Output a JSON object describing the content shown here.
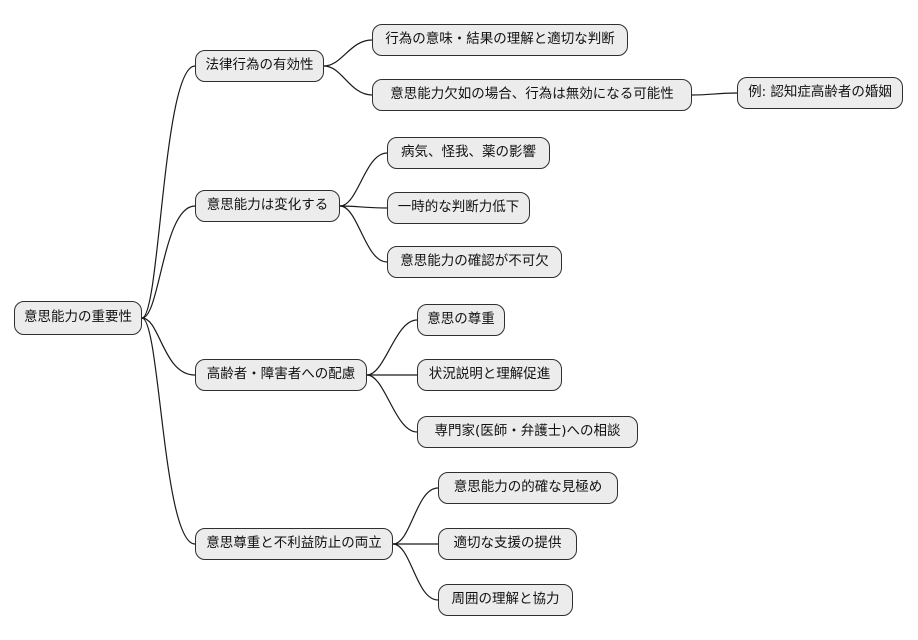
{
  "diagram": {
    "type": "mindmap",
    "background_color": "#ffffff",
    "node_fill_color": "#ececec",
    "node_border_color": "#2f2f2f",
    "text_color": "#111111",
    "line_color": "#1a1a1a"
  },
  "nodes": {
    "root": {
      "label": "意思能力の重要性"
    },
    "b1": {
      "label": "法律行為の有効性"
    },
    "b1c1": {
      "label": "行為の意味・結果の理解と適切な判断"
    },
    "b1c2": {
      "label": "意思能力欠如の場合、行為は無効になる可能性"
    },
    "b1g1": {
      "label": "例: 認知症高齢者の婚姻"
    },
    "b2": {
      "label": "意思能力は変化する"
    },
    "b2c1": {
      "label": "病気、怪我、薬の影響"
    },
    "b2c2": {
      "label": "一時的な判断力低下"
    },
    "b2c3": {
      "label": "意思能力の確認が不可欠"
    },
    "b3": {
      "label": "高齢者・障害者への配慮"
    },
    "b3c1": {
      "label": "意思の尊重"
    },
    "b3c2": {
      "label": "状況説明と理解促進"
    },
    "b3c3": {
      "label": "専門家(医師・弁護士)への相談"
    },
    "b4": {
      "label": "意思尊重と不利益防止の両立"
    },
    "b4c1": {
      "label": "意思能力の的確な見極め"
    },
    "b4c2": {
      "label": "適切な支援の提供"
    },
    "b4c3": {
      "label": "周囲の理解と協力"
    }
  },
  "edges": [
    [
      "root",
      "b1"
    ],
    [
      "root",
      "b2"
    ],
    [
      "root",
      "b3"
    ],
    [
      "root",
      "b4"
    ],
    [
      "b1",
      "b1c1"
    ],
    [
      "b1",
      "b1c2"
    ],
    [
      "b1c2",
      "b1g1"
    ],
    [
      "b2",
      "b2c1"
    ],
    [
      "b2",
      "b2c2"
    ],
    [
      "b2",
      "b2c3"
    ],
    [
      "b3",
      "b3c1"
    ],
    [
      "b3",
      "b3c2"
    ],
    [
      "b3",
      "b3c3"
    ],
    [
      "b4",
      "b4c1"
    ],
    [
      "b4",
      "b4c2"
    ],
    [
      "b4",
      "b4c3"
    ]
  ]
}
